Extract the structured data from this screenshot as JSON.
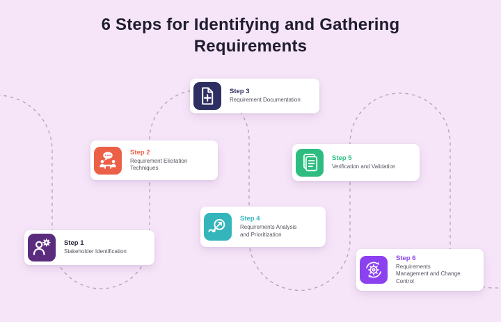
{
  "title": "6 Steps for Identifying and Gathering Requirements",
  "colors": {
    "background": "#f6e5f8",
    "path": "#b2a0b6",
    "title_text": "#201d31",
    "card_background": "#ffffff",
    "description_text": "#56545f"
  },
  "steps": [
    {
      "label": "Step 1",
      "description": "Stakeholder Identification",
      "icon": "person-gear-icon",
      "tile_color": "#5b2b7d",
      "label_color": "#29263a"
    },
    {
      "label": "Step 2",
      "description": "Requirement Elicitation Techniques",
      "icon": "meeting-discussion-icon",
      "tile_color": "#ec6047",
      "label_color": "#ec6047"
    },
    {
      "label": "Step 3",
      "description": "Requirement Documentation",
      "icon": "document-plus-icon",
      "tile_color": "#2d2f63",
      "label_color": "#2d2f63"
    },
    {
      "label": "Step 4",
      "description": "Requirements Analysis and Prioritization",
      "icon": "analysis-search-icon",
      "tile_color": "#34b5bc",
      "label_color": "#34b5bc"
    },
    {
      "label": "Step 5",
      "description": "Verification and Validation",
      "icon": "checklist-document-icon",
      "tile_color": "#2ebd80",
      "label_color": "#2ebd80"
    },
    {
      "label": "Step 6",
      "description": "Requirements Management and Change Control",
      "icon": "gear-sync-icon",
      "tile_color": "#8b41f0",
      "label_color": "#8b41f0"
    }
  ]
}
